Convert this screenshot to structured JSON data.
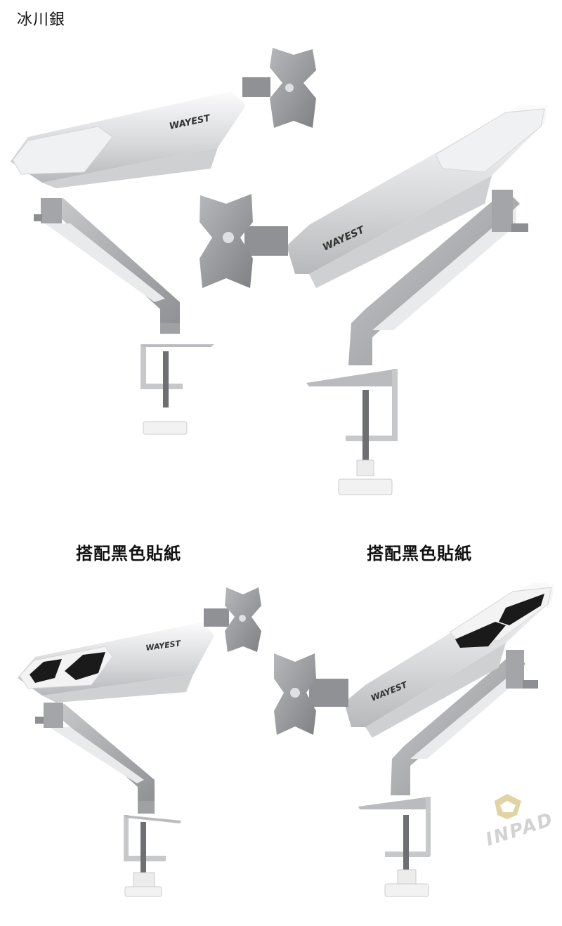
{
  "page": {
    "title": "冰川銀",
    "caption_left": "搭配黑色貼紙",
    "caption_right": "搭配黑色貼紙",
    "arm_brand_logo": "WAYEST",
    "watermark": "INPAD"
  },
  "colors": {
    "arm_gray": "#a9abae",
    "arm_light": "#e8e9eb",
    "arm_white": "#f7f7f8",
    "arm_dark": "#7d7f83",
    "sticker_black": "#1a1a1a",
    "watermark_gold": "#c9b25b"
  }
}
